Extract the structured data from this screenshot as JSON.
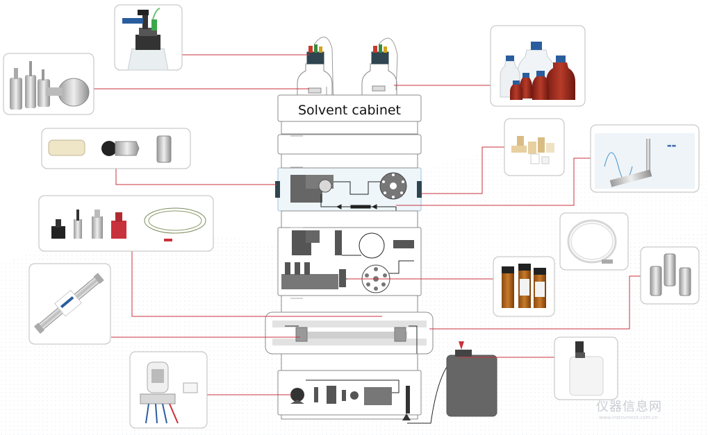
{
  "diagram": {
    "cabinet_label": "Solvent cabinet",
    "watermark": "仪器信息网",
    "watermark_url": "www.instrument.com.cn"
  },
  "colors": {
    "leader_line": "#c8323c",
    "module_outline": "#8a8a8a",
    "dark_part": "#4a4a4a",
    "pump_highlight": "#d9ecf5",
    "flow_line": "#2f2f2f"
  },
  "callouts": [
    {
      "id": "bottle-cap",
      "icon": "solvent-bottle-cap"
    },
    {
      "id": "inlet-filters",
      "icon": "solvent-inlet-filters"
    },
    {
      "id": "reagent-bottles",
      "icon": "reagent-bottles"
    },
    {
      "id": "check-valves",
      "icon": "check-valve-cartridges"
    },
    {
      "id": "fittings",
      "icon": "peek-fittings"
    },
    {
      "id": "column-kit",
      "icon": "column-box"
    },
    {
      "id": "capillary-coil",
      "icon": "capillary-tubing-coil"
    },
    {
      "id": "sample-vials",
      "icon": "sample-vials"
    },
    {
      "id": "guard-holders",
      "icon": "guard-column-holders"
    },
    {
      "id": "needle-seat",
      "icon": "needle-and-seat-parts"
    },
    {
      "id": "hplc-column",
      "icon": "hplc-column"
    },
    {
      "id": "waste-container",
      "icon": "waste-container"
    },
    {
      "id": "deuterium-lamp",
      "icon": "deuterium-lamp"
    }
  ]
}
